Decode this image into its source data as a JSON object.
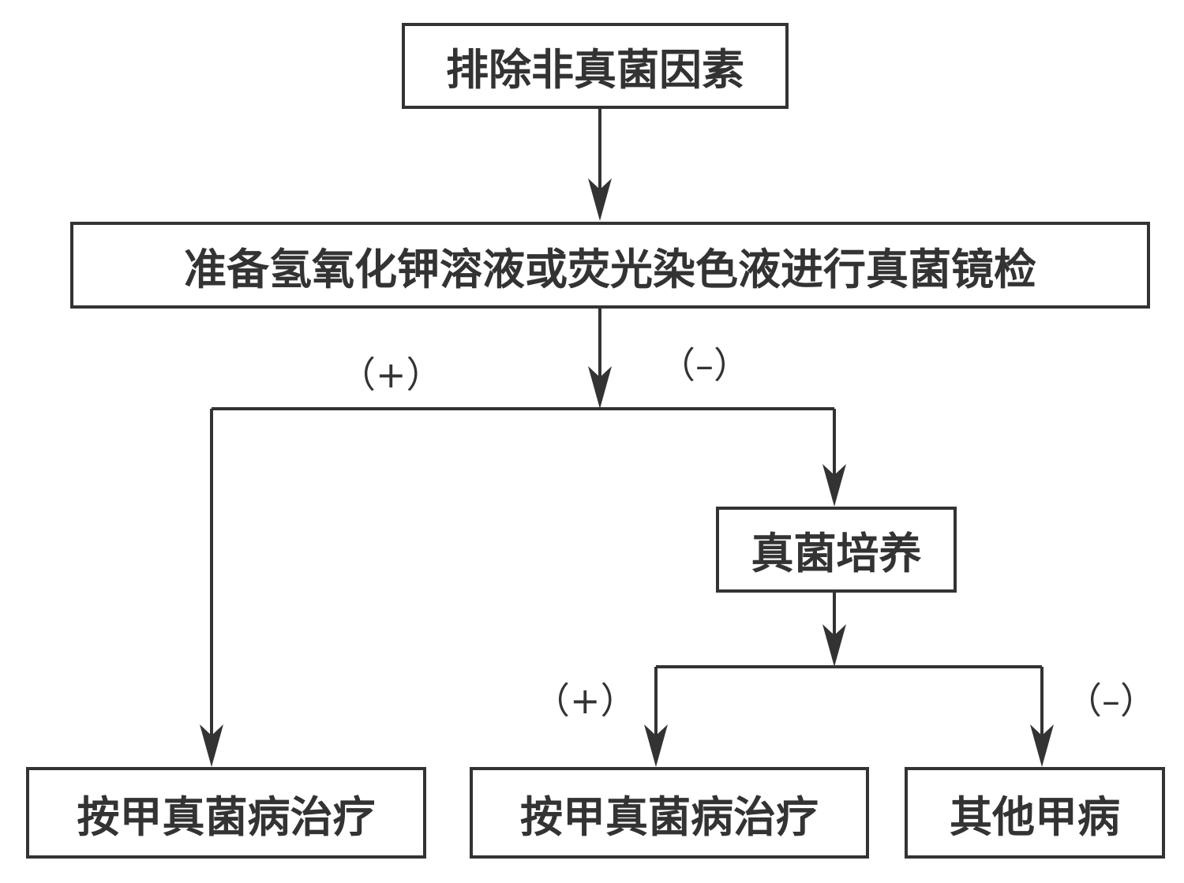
{
  "nodes": {
    "exclude": {
      "text": "排除非真菌因素"
    },
    "microscopy": {
      "text": "准备氢氧化钾溶液或荧光染色液进行真菌镜检"
    },
    "culture": {
      "text": "真菌培养"
    },
    "treat_left": {
      "text": "按甲真菌病治疗"
    },
    "treat_mid": {
      "text": "按甲真菌病治疗"
    },
    "other": {
      "text": "其他甲病"
    }
  },
  "labels": {
    "micro_positive": "（+）",
    "micro_negative": "（–）",
    "culture_positive": "（+）",
    "culture_negative": "（–）"
  },
  "colors": {
    "line": "#333333",
    "background": "#ffffff"
  }
}
